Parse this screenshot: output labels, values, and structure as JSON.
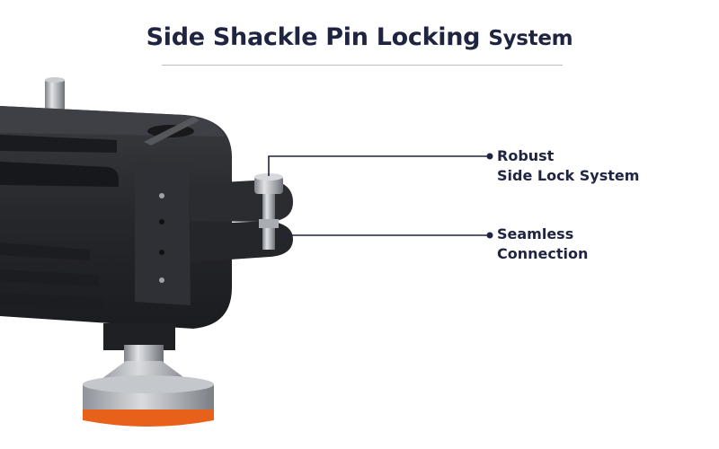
{
  "title": {
    "main": "Side Shackle Pin Locking",
    "suffix": "System"
  },
  "callouts": [
    {
      "line1": "Robust",
      "line2": "Side Lock System"
    },
    {
      "line1": "Seamless",
      "line2": "Connection"
    }
  ],
  "colors": {
    "title": "#1f2440",
    "rule": "#b9bcc8",
    "device_body": "#2a2b2f",
    "metal": "#b8bcc2",
    "foot_accent": "#e8611b"
  }
}
